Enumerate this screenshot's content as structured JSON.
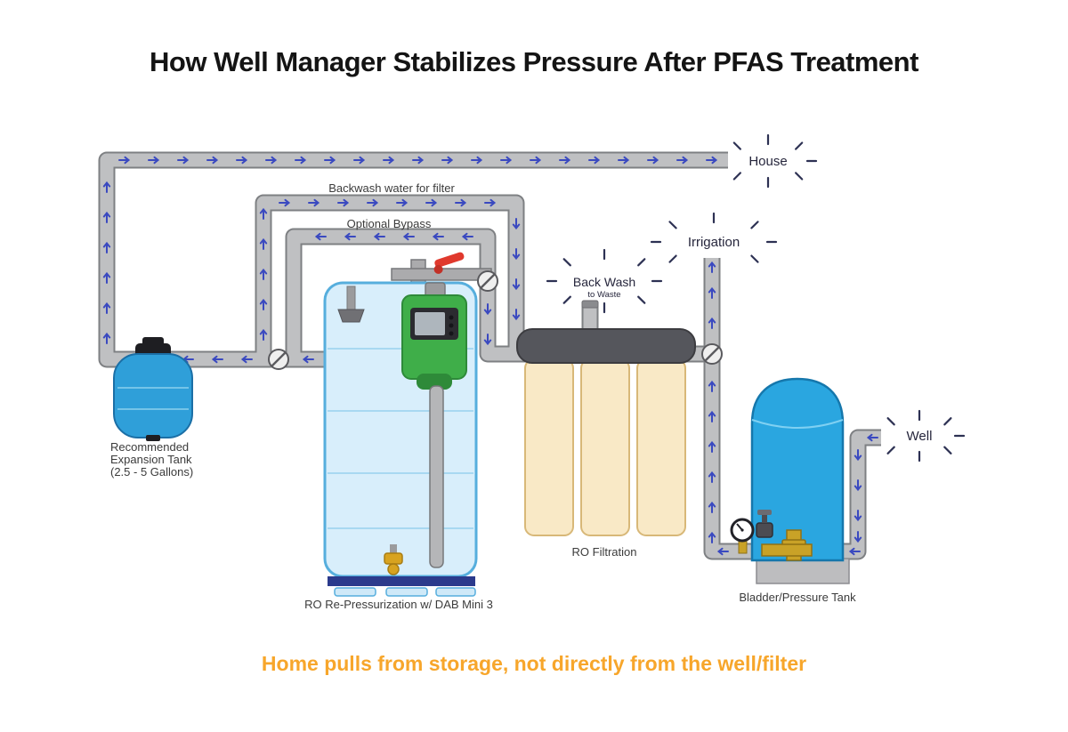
{
  "title": "How Well Manager Stabilizes Pressure After PFAS Treatment",
  "tagline": "Home pulls from storage, not directly from the well/filter",
  "callouts": {
    "house": "House",
    "irrigation": "Irrigation",
    "backwash": "Back Wash",
    "backwash_sub": "to Waste",
    "well": "Well"
  },
  "pipe_labels": {
    "backwash_feed": "Backwash water for filter",
    "optional_bypass": "Optional Bypass"
  },
  "equipment": {
    "expansion_tank": {
      "line1": "Recommended",
      "line2": "Expansion Tank",
      "line3": "(2.5 - 5 Gallons)"
    },
    "storage_tank": {
      "label": "RO Re-Pressurization  w/ DAB Mini 3"
    },
    "ro_filtration": {
      "label": "RO Filtration"
    },
    "bladder_tank": {
      "label": "Bladder/Pressure Tank"
    }
  },
  "colors": {
    "accent_orange": "#F7A62B",
    "pipe_gray": "#BFC0C2",
    "arrow_blue": "#3A49C0",
    "tank_blue": "#2AA6E0",
    "storage_tank_blue": "#D8EEFB",
    "filter_cream": "#F9E9C6",
    "controller_green": "#3FAE49",
    "callout_navy": "#26263C"
  }
}
